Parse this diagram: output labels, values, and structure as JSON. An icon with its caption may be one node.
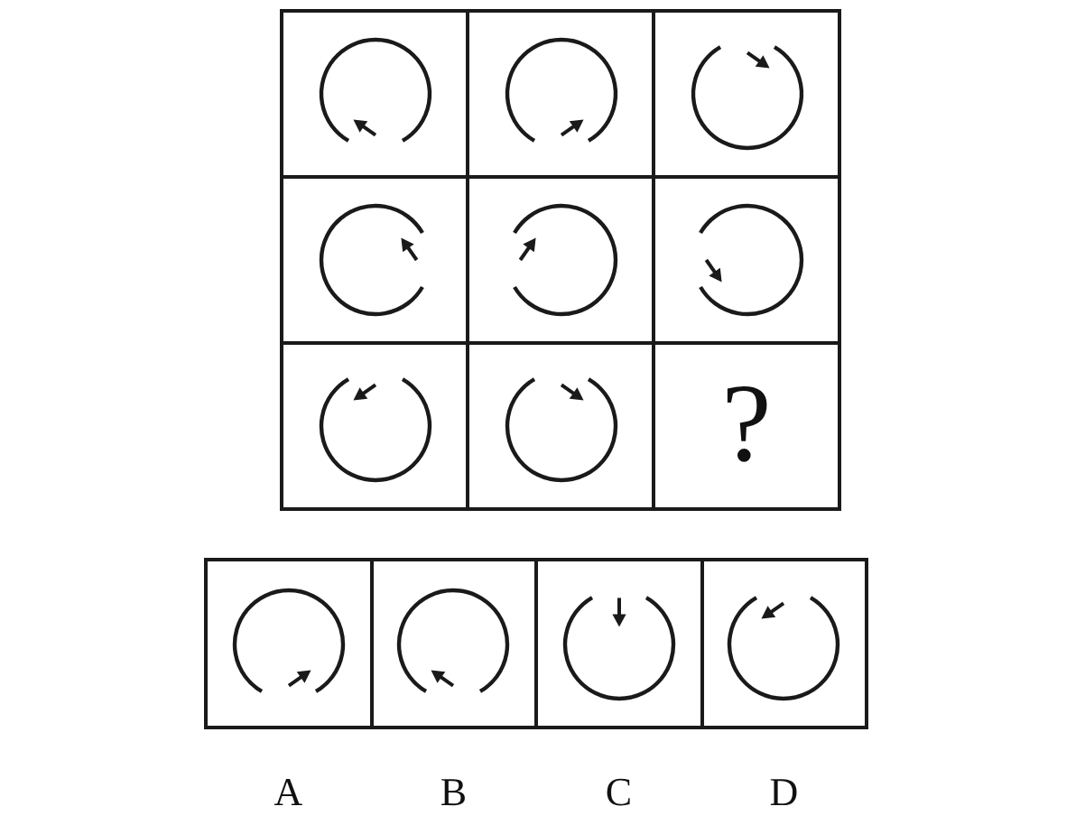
{
  "diagram": {
    "nodes": [
      {
        "text": [],
        "shape": "box"
      },
      {
        "text": [],
        "shape": "box"
      },
      {
        "text": [],
        "shape": "box"
      },
      {
        "text": [],
        "shape": "box"
      },
      {
        "text": [],
        "shape": "box"
      },
      {
        "text": [],
        "shape": "box"
      },
      {
        "text": [],
        "shape": "box"
      },
      {
        "text": [],
        "shape": "box"
      },
      {
        "text": [
          "?"
        ]
      },
      {
        "text": [],
        "shape": "box",
        "beside": [
          "A"
        ]
      },
      {
        "text": [],
        "shape": "box",
        "beside": [
          "B"
        ]
      },
      {
        "text": [],
        "shape": "box",
        "beside": [
          "C"
        ]
      },
      {
        "text": [],
        "shape": "box",
        "beside": [
          "D"
        ]
      }
    ]
  }
}
